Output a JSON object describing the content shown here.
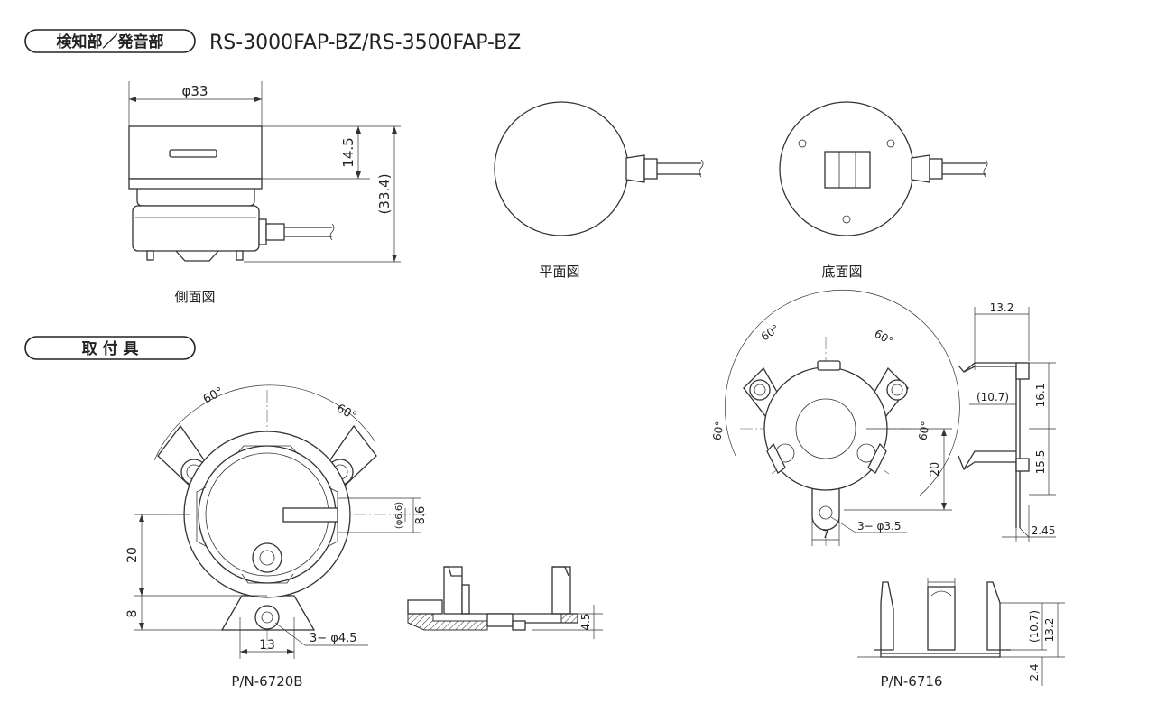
{
  "header": {
    "section_badge": "検知部／発音部",
    "model_title": "RS-3000FAP-BZ/RS-3500FAP-BZ"
  },
  "mount_section": {
    "badge": "取 付 具"
  },
  "views": {
    "side": {
      "label": "側面図",
      "dim_diameter": "φ33",
      "dim_height": "14.5",
      "dim_total": "(33.4)"
    },
    "top": {
      "label": "平面図"
    },
    "bottom": {
      "label": "底面図"
    }
  },
  "mount_6720B": {
    "part_number": "P/N-6720B",
    "angle_left": "60°",
    "angle_right": "60°",
    "dim_bore": "(φ6.6)",
    "dim_86": "8.6",
    "dim_20": "20",
    "dim_8": "8",
    "dim_13": "13",
    "hole_note": "3− φ4.5",
    "dim_45": "4.5"
  },
  "mount_6716": {
    "part_number": "P/N-6716",
    "angle_top_left": "60°",
    "angle_top_right": "60°",
    "angle_left": "60°",
    "angle_right": "60°",
    "dim_20": "20",
    "dim_7": "7",
    "hole_note": "3− φ3.5",
    "dim_132": "13.2",
    "dim_107": "(10.7)",
    "dim_161": "16.1",
    "dim_155": "15.5",
    "dim_245": "2.45",
    "dim_107b": "(10.7)",
    "dim_132b": "13.2",
    "dim_24": "2.4"
  }
}
